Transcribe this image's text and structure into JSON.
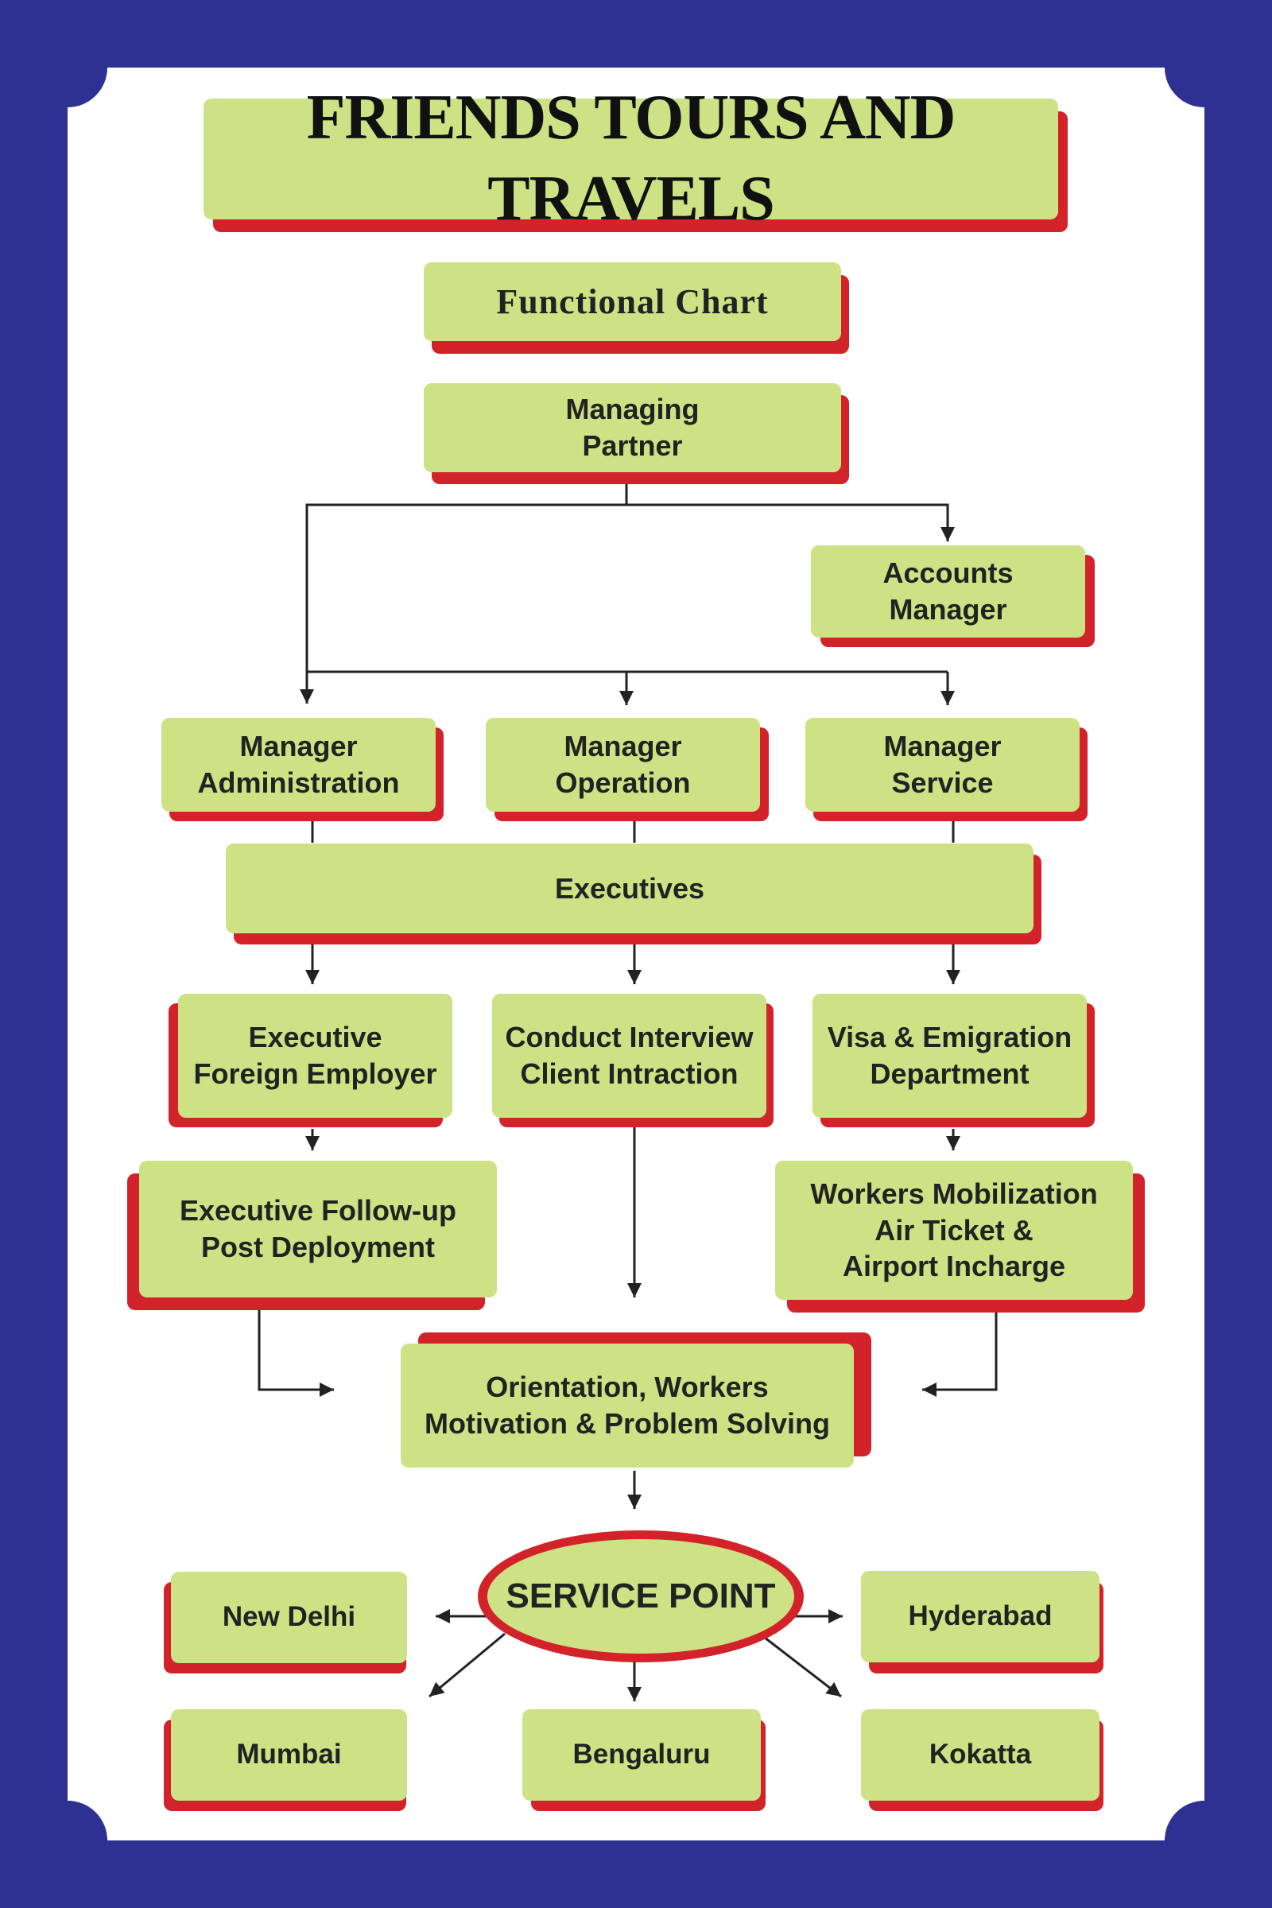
{
  "title": "FRIENDS TOURS AND TRAVELS",
  "subtitle": "Functional Chart",
  "nodes": {
    "managing_partner": "Managing\nPartner",
    "accounts_manager": "Accounts\nManager",
    "manager_administration": "Manager\nAdministration",
    "manager_operation": "Manager\nOperation",
    "manager_service": "Manager\nService",
    "executives": "Executives",
    "executive_foreign_employer": "Executive\nForeign Employer",
    "conduct_interview": "Conduct Interview\nClient Intraction",
    "visa_emigration": "Visa & Emigration\nDepartment",
    "executive_followup": "Executive Follow-up\nPost Deployment",
    "workers_mobilization": "Workers Mobilization\nAir Ticket &\nAirport Incharge",
    "orientation": "Orientation, Workers\nMotivation & Problem Solving",
    "service_point": "SERVICE POINT"
  },
  "service_locations": {
    "new_delhi": "New Delhi",
    "hyderabad": "Hyderabad",
    "mumbai": "Mumbai",
    "bengaluru": "Bengaluru",
    "kolkata": "Kokatta"
  },
  "colors": {
    "frame": "#2e3192",
    "box_fill": "#cde285",
    "box_shadow": "#d2232a",
    "text": "#222222",
    "connector": "#222222"
  }
}
